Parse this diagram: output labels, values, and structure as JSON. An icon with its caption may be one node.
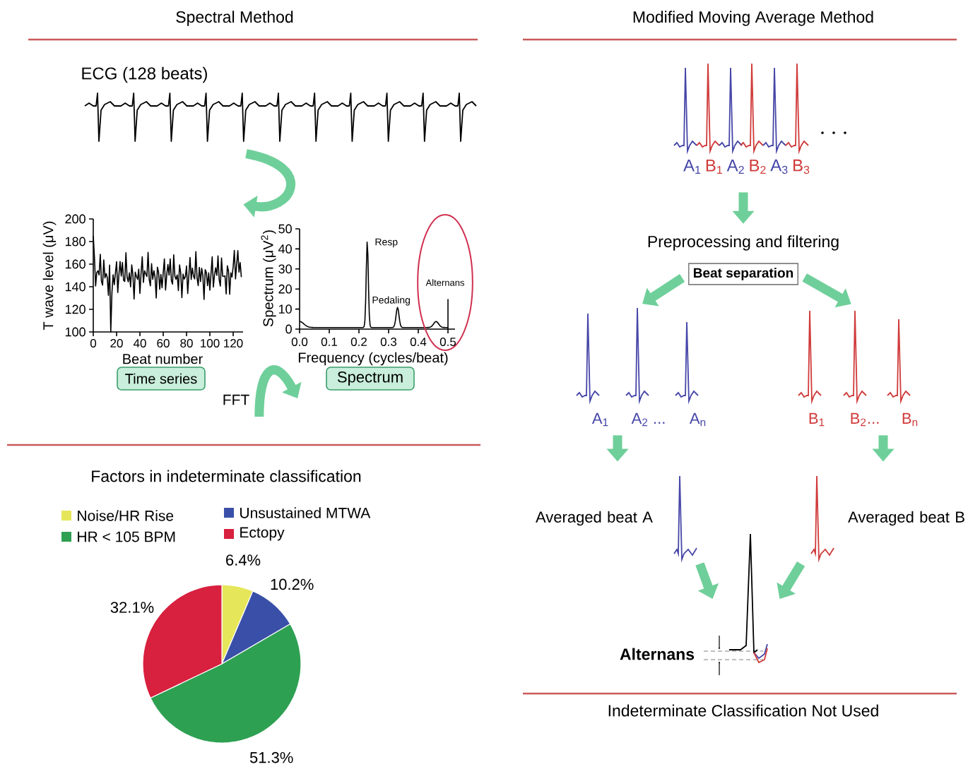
{
  "diagram": {
    "nodes": [
      {
        "text": [
          "ECG (128 beats)"
        ]
      },
      {
        "text": [],
        "shape": "picture"
      },
      {
        "text": [
          "Time series"
        ]
      },
      {
        "text": [],
        "shape": "picture"
      },
      {
        "text": [
          "Spectrum"
        ]
      },
      {
        "text": [
          "Alternans"
        ]
      },
      {
        "text": [],
        "shape": "picture",
        "beside": [
          "A$_{1}$",
          "B$_{1}$",
          "A$_{2}$",
          "B$_{2}$",
          "A$_{3}$",
          "B$_{3}$"
        ]
      },
      {
        "text": [
          "Preprocessing and filtering"
        ]
      },
      {
        "text": [
          "Beat separation"
        ]
      },
      {
        "text": [],
        "shape": "picture",
        "beside": [
          "A$_{1}$",
          "A$_{2}$ ...",
          "A$_{n}$"
        ]
      },
      {
        "text": [],
        "shape": "picture",
        "beside": [
          "B$_{1}$",
          "B$_{2}$...",
          "B$_{n}$"
        ]
      },
      {
        "text": [
          "Averaged beat A"
        ]
      },
      {
        "text": [
          "Averaged beat B"
        ]
      },
      {
        "text": [],
        "shape": "picture",
        "beside": [
          "Alternans"
        ]
      }
    ],
    "edges": [
      {
        "from": 0,
        "to": 1,
        "arrow": "to"
      },
      {
        "from": 2,
        "to": 4,
        "arrow": "to",
        "label": "FFT"
      },
      {
        "from": 6,
        "to": 7,
        "arrow": "to"
      },
      {
        "from": 8,
        "to": 9,
        "arrow": "to"
      },
      {
        "from": 8,
        "to": 10,
        "arrow": "to"
      },
      {
        "from": 9,
        "to": 11,
        "arrow": "to"
      },
      {
        "from": 10,
        "to": 12,
        "arrow": "to"
      },
      {
        "from": 11,
        "to": 13,
        "arrow": "to"
      },
      {
        "from": 12,
        "to": 13,
        "arrow": "to"
      }
    ],
    "labels": [
      "Spectral Method",
      "Modified Moving Average Method",
      "200",
      "180",
      "160",
      "140",
      "120",
      "100",
      "50",
      "40",
      "30",
      "20",
      "10",
      "0",
      "Resp",
      "T wave level (μV)",
      "Spectrum (μV$^{2}$)",
      "Pedaling",
      "0",
      "20",
      "40",
      "60",
      "80",
      "100",
      "120",
      "0.0",
      "0.1",
      "0.2",
      "0.3",
      "0.4",
      "0.5",
      "Beat number",
      "Frequency (cycles/beat)",
      "Indeterminate Classification Not Used"
    ],
    "legend": [
      {
        "text": "Noise/HR Rise",
        "color": "#e6e65a"
      },
      {
        "text": "Unsustained MTWA",
        "color": "#3a50a8"
      },
      {
        "text": "HR < 105 BPM",
        "color": "#2ea052"
      },
      {
        "text": "Ectopy",
        "color": "#d8203f"
      }
    ],
    "chart_data": {
      "type": "pie",
      "title": "Factors in indeterminate classification",
      "values": [
        6.4,
        10.2,
        51.3,
        32.1
      ],
      "value_labels": [
        "6.4%",
        "10.2%",
        "51.3%",
        "32.1%"
      ]
    }
  }
}
